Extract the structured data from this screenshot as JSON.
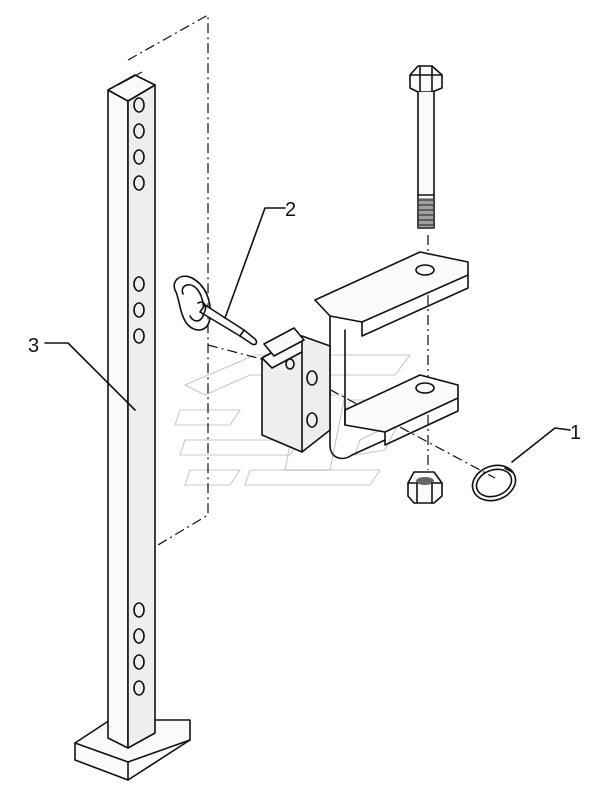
{
  "diagram": {
    "callouts": [
      {
        "label": "1",
        "part": "retaining-ring"
      },
      {
        "label": "2",
        "part": "lock-pin"
      },
      {
        "label": "3",
        "part": "jack-stand-post"
      }
    ]
  },
  "colors": {
    "line": "#111111",
    "watermark": "#9a9a9a",
    "background": "#ffffff"
  },
  "icons": {
    "watermark": "brand-logo-watermark"
  }
}
